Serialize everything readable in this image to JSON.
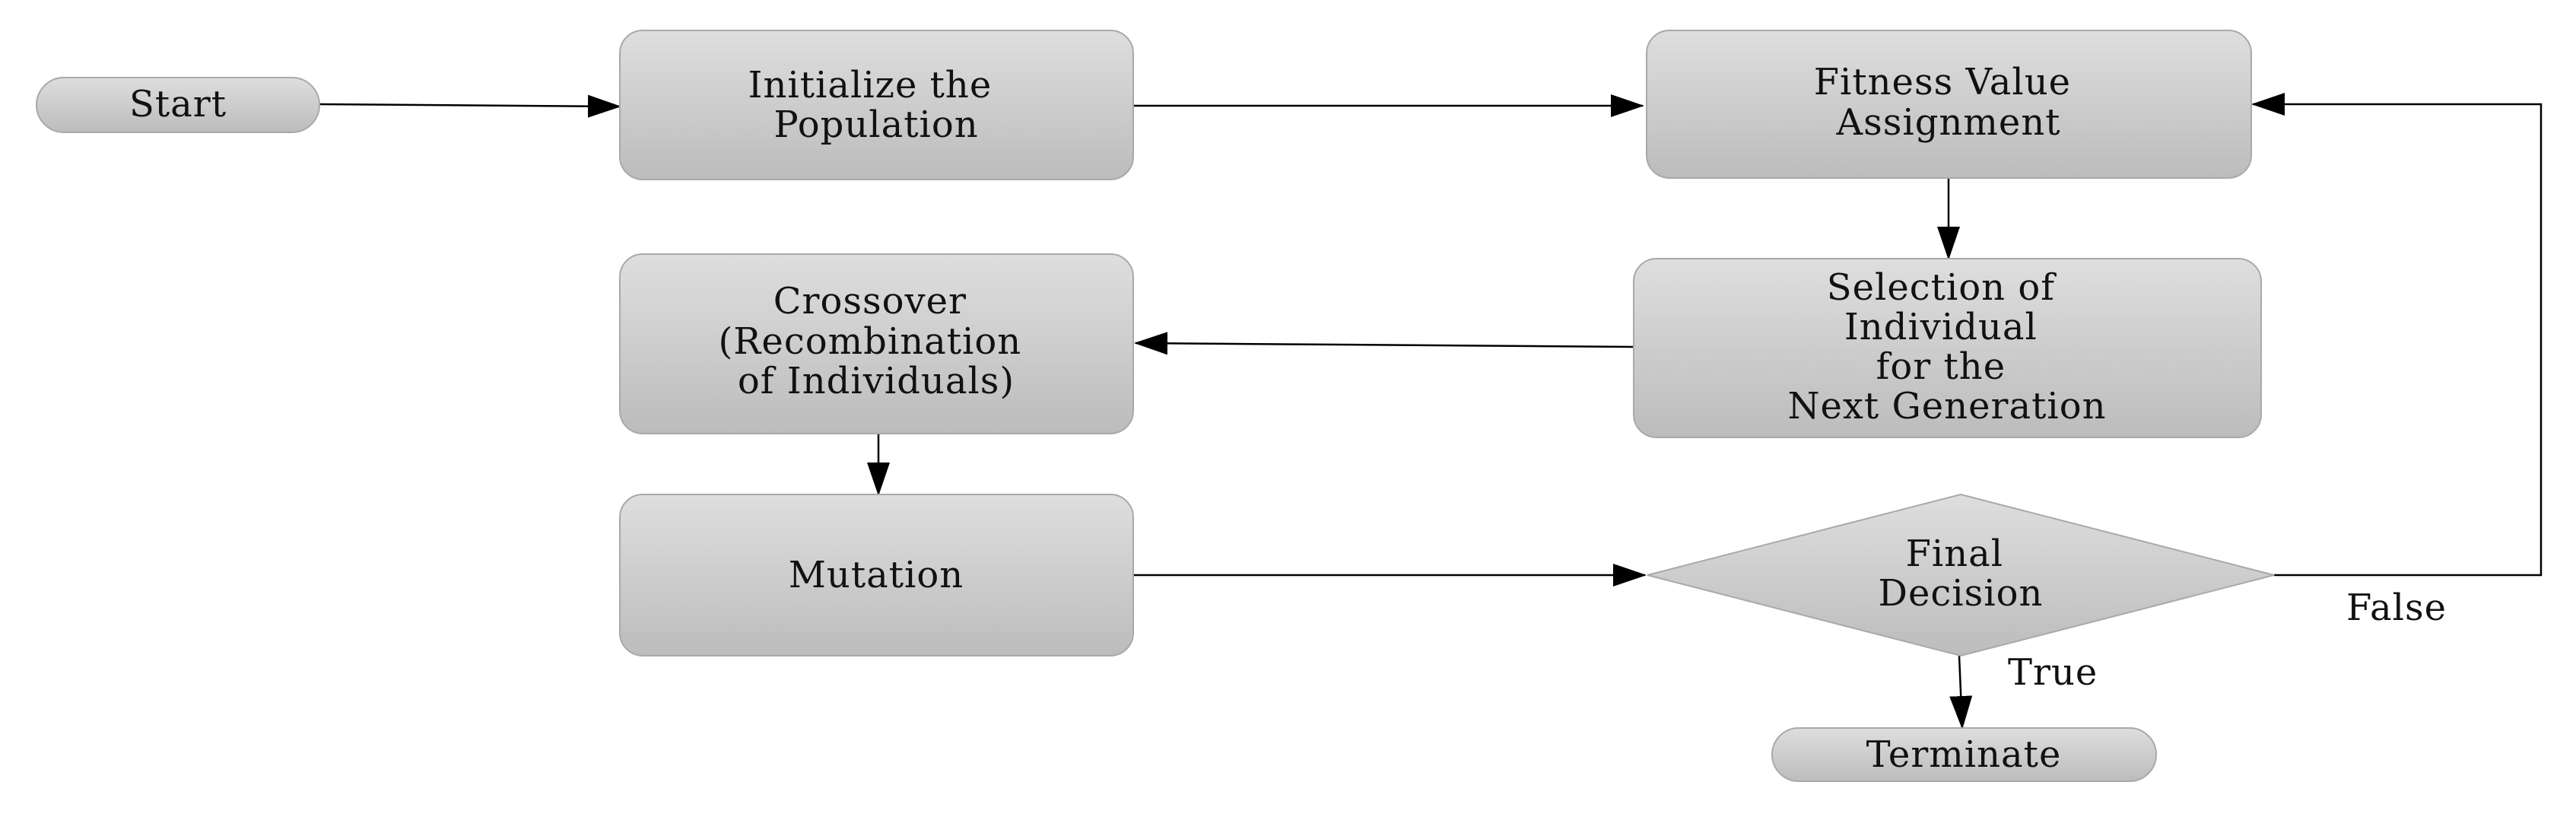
{
  "diagram": {
    "nodes": {
      "start": {
        "lines": [
          "Start"
        ]
      },
      "initialize": {
        "lines": [
          "Initialize the",
          "Population"
        ]
      },
      "fitness": {
        "lines": [
          "Fitness Value",
          "Assignment"
        ]
      },
      "selection": {
        "lines": [
          "Selection of",
          "Individual",
          "for the",
          "Next Generation"
        ]
      },
      "crossover": {
        "lines": [
          "Crossover",
          "(Recombination",
          "of Individuals)"
        ]
      },
      "mutation": {
        "lines": [
          "Mutation"
        ]
      },
      "decision": {
        "lines": [
          "Final",
          "Decision"
        ]
      },
      "terminate": {
        "lines": [
          "Terminate"
        ]
      }
    },
    "edge_labels": {
      "false_label": "False",
      "true_label": "True"
    },
    "colors": {
      "fill_top": "#dcdcdc",
      "fill_bottom": "#bebebe",
      "stroke": "#a9a9a9",
      "edge": "#000000",
      "text": "#111111"
    }
  }
}
